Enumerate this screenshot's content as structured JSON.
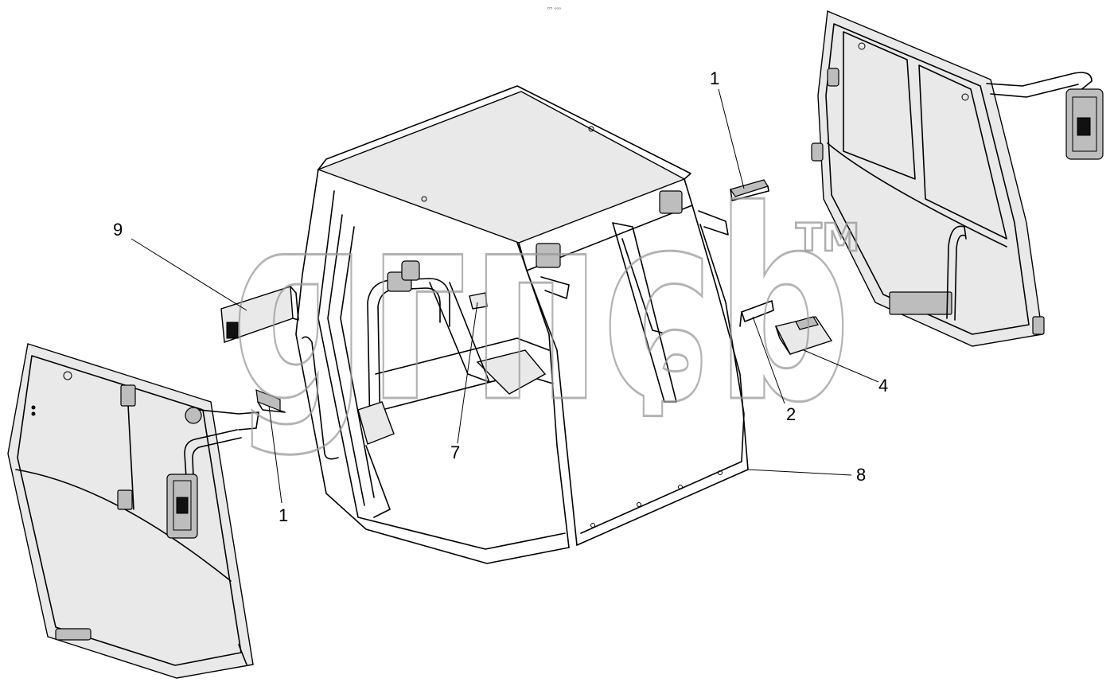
{
  "diagram": {
    "header_mark": "ᴰ⁵ ᵒᵒᵒ",
    "watermark": {
      "text": "ɡᴦᴨɕb",
      "trademark": "TM"
    },
    "callouts": [
      {
        "id": "callout-1-right",
        "label": "1"
      },
      {
        "id": "callout-1-left",
        "label": "1"
      },
      {
        "id": "callout-2",
        "label": "2"
      },
      {
        "id": "callout-4",
        "label": "4"
      },
      {
        "id": "callout-7",
        "label": "7"
      },
      {
        "id": "callout-8",
        "label": "8"
      },
      {
        "id": "callout-9",
        "label": "9"
      }
    ]
  }
}
